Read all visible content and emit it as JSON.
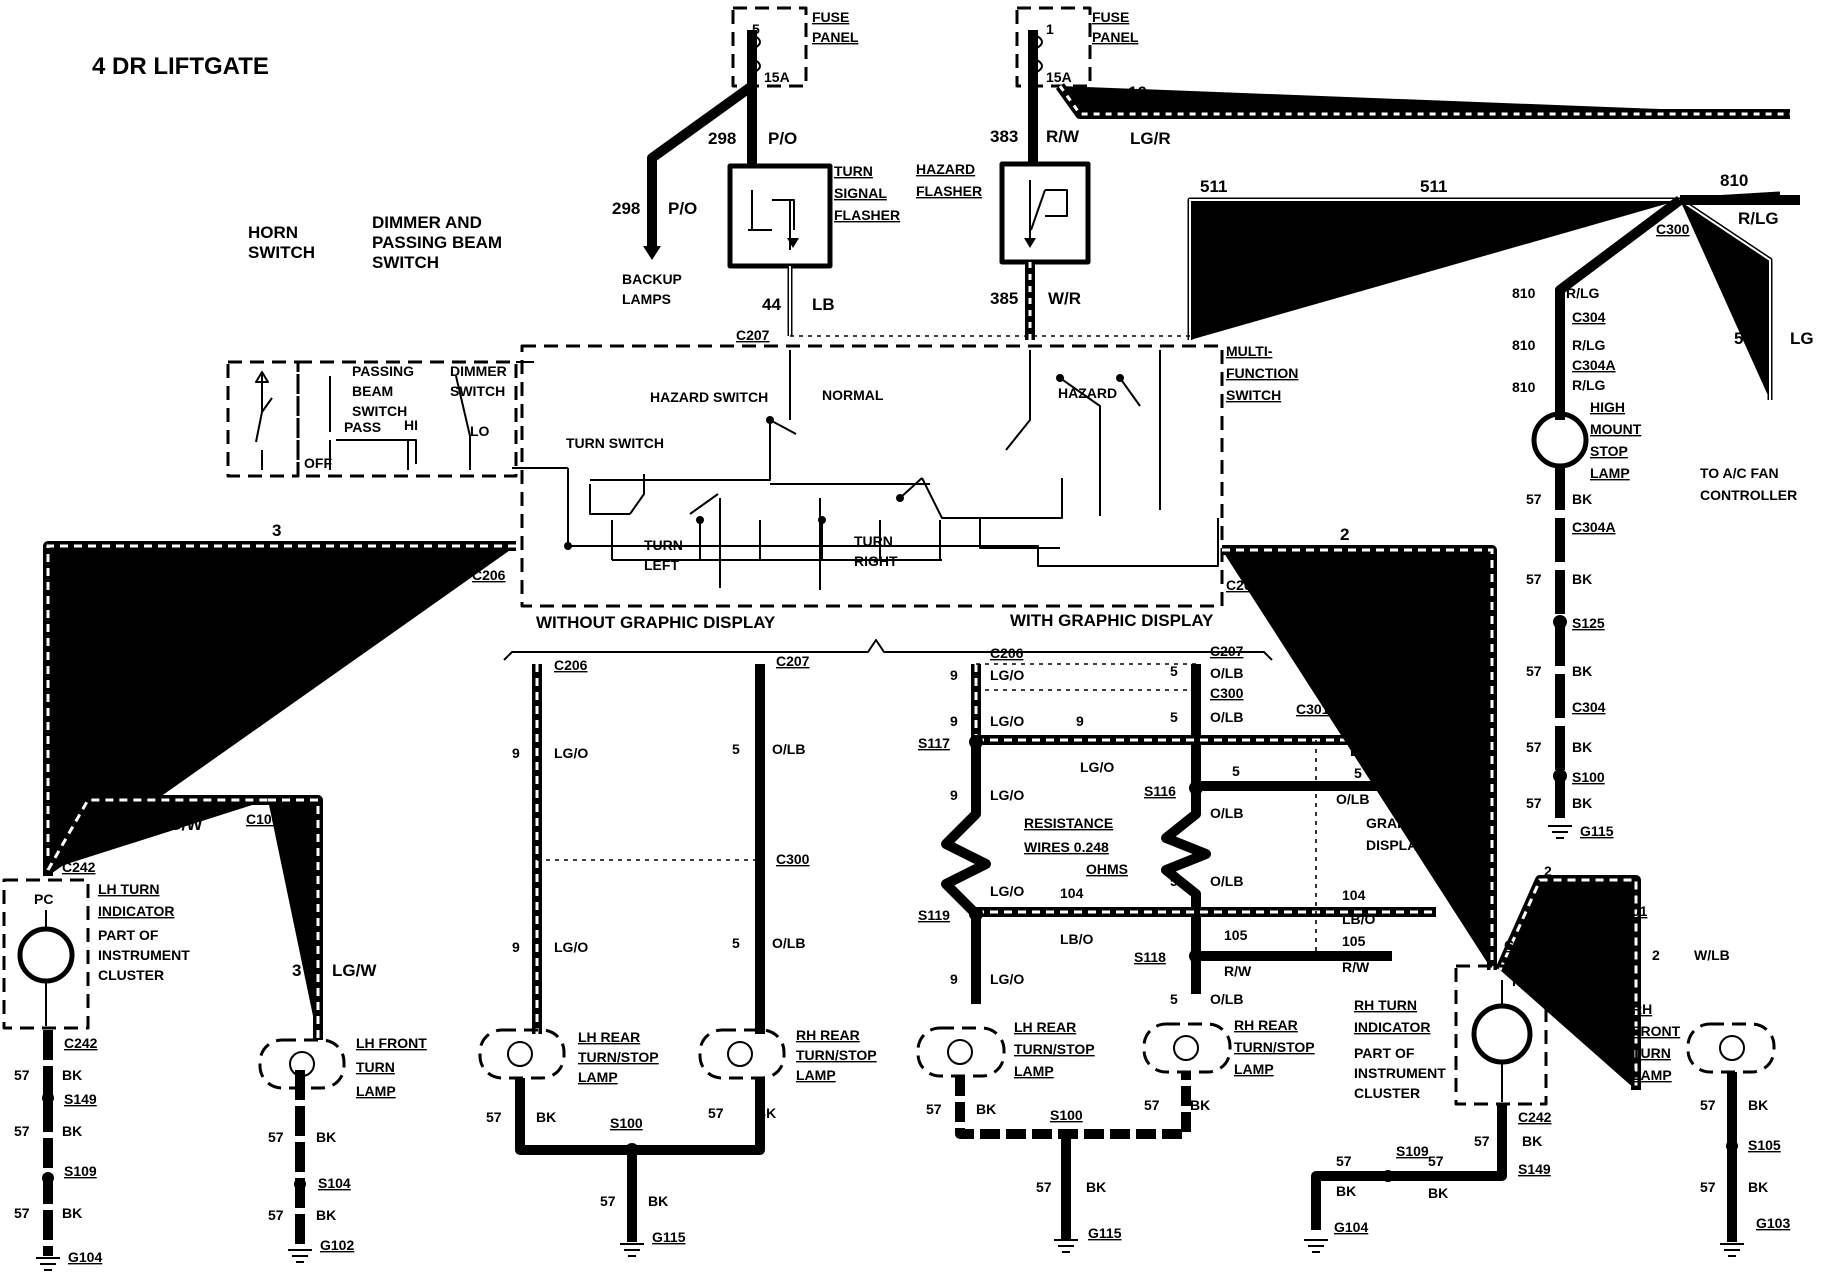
{
  "diagram": {
    "title": "4 DR LIFTGATE",
    "fuse_panel_1": {
      "fuse_no": "5",
      "rating": "15A",
      "label_1": "FUSE",
      "label_2": "PANEL"
    },
    "fuse_panel_2": {
      "fuse_no": "1",
      "rating": "15A",
      "label_1": "FUSE",
      "label_2": "PANEL"
    },
    "turn_signal_flasher": [
      "TURN",
      "SIGNAL",
      "FLASHER"
    ],
    "hazard_flasher": [
      "HAZARD",
      "FLASHER"
    ],
    "backup_lamps": [
      "BACKUP",
      "LAMPS"
    ],
    "horn_switch": [
      "HORN",
      "SWITCH"
    ],
    "dimmer_switch": [
      "DIMMER AND",
      "PASSING BEAM",
      "SWITCH"
    ],
    "multi_function_switch": [
      "MULTI-",
      "FUNCTION",
      "SWITCH"
    ],
    "switch_labels": {
      "passing_beam": [
        "PASSING",
        "BEAM",
        "SWITCH"
      ],
      "pass": "PASS",
      "hi": "HI",
      "lo": "LO",
      "off": "OFF",
      "dimmer": [
        "DIMMER",
        "SWITCH"
      ],
      "hazard_switch": "HAZARD SWITCH",
      "normal": "NORMAL",
      "hazard": "HAZARD",
      "turn_switch": "TURN SWITCH",
      "turn_left": [
        "TURN",
        "LEFT"
      ],
      "turn_right": [
        "TURN",
        "RIGHT"
      ]
    },
    "sections": {
      "without": "WITHOUT GRAPHIC DISPLAY",
      "with": "WITH GRAPHIC DISPLAY"
    },
    "ac_fan": [
      "TO A/C FAN",
      "CONTROLLER"
    ],
    "high_mount": [
      "HIGH",
      "MOUNT",
      "STOP",
      "LAMP"
    ],
    "lh_turn_indicator": [
      "LH TURN",
      "INDICATOR"
    ],
    "rh_turn_indicator": [
      "RH TURN",
      "INDICATOR"
    ],
    "part_of_cluster": [
      "PART OF",
      "INSTRUMENT",
      "CLUSTER"
    ],
    "pc": "PC",
    "lh_front_lamp": [
      "LH FRONT",
      "TURN",
      "LAMP"
    ],
    "rh_front_lamp": [
      "RH",
      "FRONT",
      "TURN",
      "LAMP"
    ],
    "lh_rear_lamp": [
      "LH REAR",
      "TURN/STOP",
      "LAMP"
    ],
    "rh_rear_lamp": [
      "RH REAR",
      "TURN/STOP",
      "LAMP"
    ],
    "resistance_wires": [
      "RESISTANCE",
      "WIRES 0.248",
      "OHMS"
    ],
    "graphic_display": [
      "GRAPHIC",
      "DISPLAY"
    ],
    "connectors": {
      "c100": "C100",
      "c201": "C201",
      "c206": "C206",
      "c207": "C207",
      "c242": "C242",
      "c300": "C300",
      "c301": "C301",
      "c304": "C304",
      "c304a": "C304A"
    },
    "splices": {
      "s100": "S100",
      "s104": "S104",
      "s105": "S105",
      "s109": "S109",
      "s116": "S116",
      "s117": "S117",
      "s118": "S118",
      "s119": "S119",
      "s125": "S125",
      "s149": "S149"
    },
    "grounds": {
      "g102": "G102",
      "g103": "G103",
      "g104": "G104",
      "g115": "G115"
    },
    "circuits": {
      "c2": "2",
      "c3": "3",
      "c5": "5",
      "c9": "9",
      "c10": "10",
      "c44": "44",
      "c57": "57",
      "c104": "104",
      "c105": "105",
      "c298": "298",
      "c383": "383",
      "c385": "385",
      "c511": "511",
      "c810": "810"
    },
    "wire_colors": {
      "po": "P/O",
      "rw": "R/W",
      "lb": "LB",
      "wr": "W/R",
      "lgr": "LG/R",
      "lg": "LG",
      "rlg": "R/LG",
      "lgw": "LG/W",
      "wlb": "W/LB",
      "lgo": "LG/O",
      "olb": "O/LB",
      "bk": "BK",
      "lbo": "LB/O"
    }
  }
}
